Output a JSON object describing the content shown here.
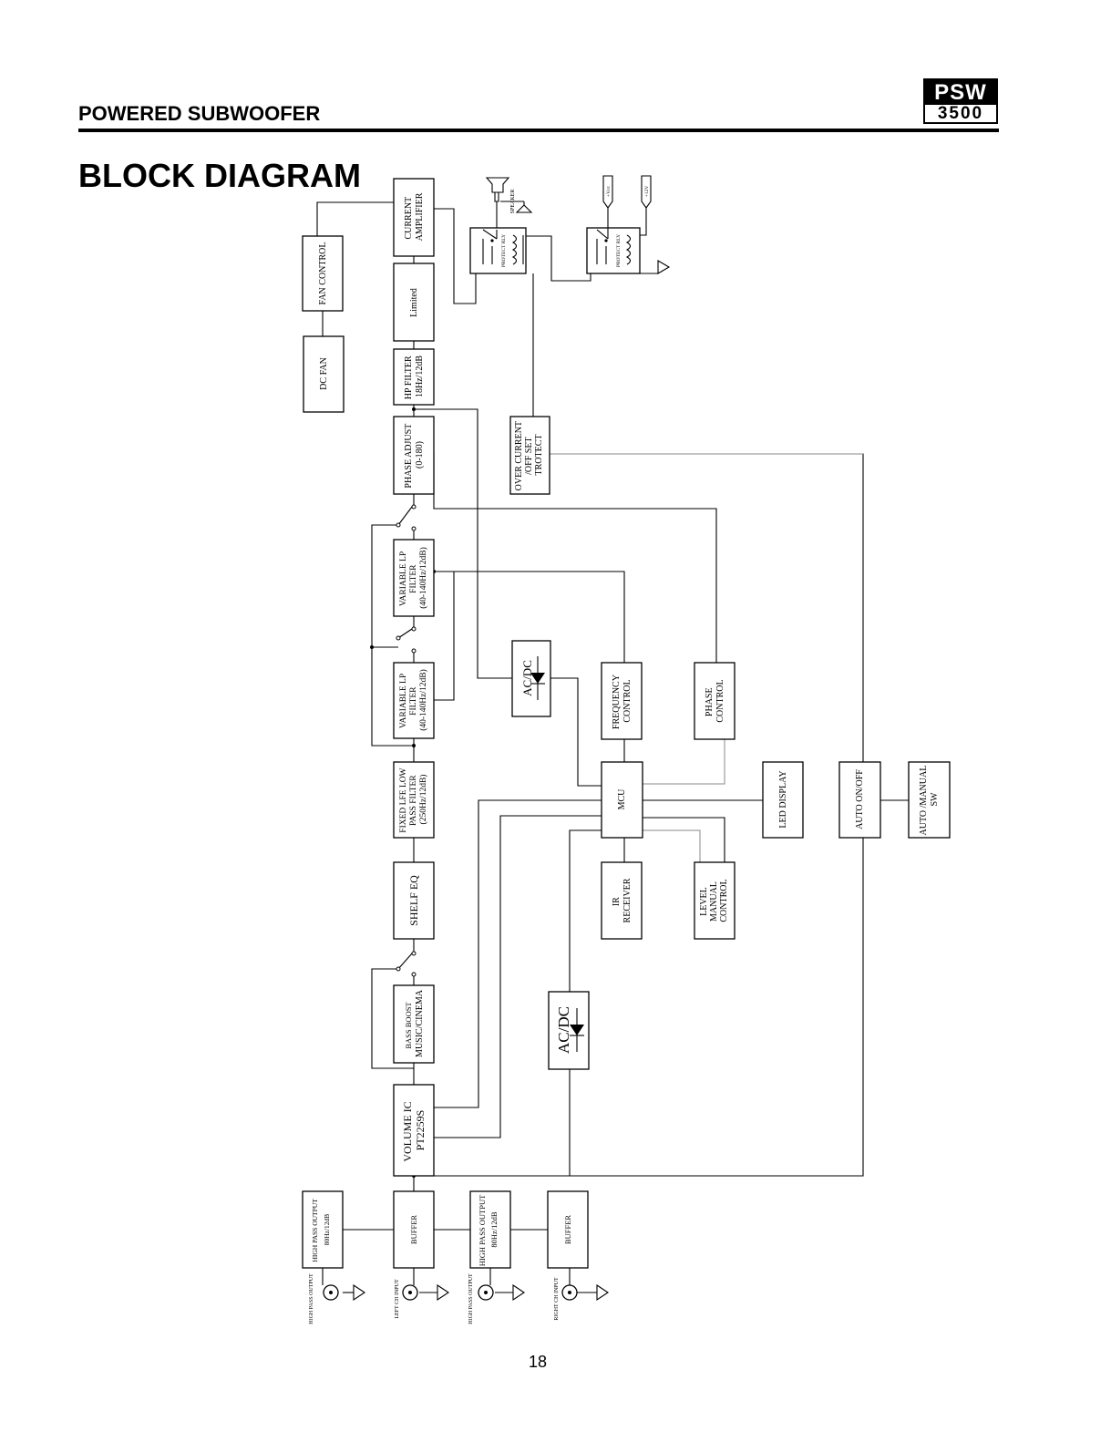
{
  "header": {
    "title": "POWERED SUBWOOFER",
    "logo_top": "PSW",
    "logo_bottom": "3500"
  },
  "page_heading": "BLOCK DIAGRAM",
  "page_number": "18",
  "blocks": {
    "current_amplifier": [
      "CURRENT",
      "AMPLIFIER"
    ],
    "fan_control": [
      "FAN CONTROL"
    ],
    "limited": [
      "Limited"
    ],
    "dc_fan": [
      "DC FAN"
    ],
    "hp_filter": [
      "HP FILTER",
      "18Hz/12dB"
    ],
    "phase_adjust": [
      "PHASE ADJUST",
      "(0-180)"
    ],
    "over_current": [
      "OVER CURRENT",
      "/OFF SET",
      "TROTECT"
    ],
    "variable_lp_1": [
      "VARIABLE LP",
      "FILTER",
      "(40-140Hz/12dB)"
    ],
    "variable_lp_2": [
      "VARIABLE LP",
      "FILTER",
      "(40-140Hz/12dB)"
    ],
    "acdc_1": [
      "AC/DC"
    ],
    "frequency_control": [
      "FREQUENCY",
      "CONTROL"
    ],
    "phase_control": [
      "PHASE",
      "CONTROL"
    ],
    "fixed_lfe": [
      "FIXED LFE LOW",
      "PASS FILTER",
      "(250Hz/12dB)"
    ],
    "mcu": [
      "MCU"
    ],
    "led_display": [
      "LED DISPLAY"
    ],
    "auto_onoff": [
      "AUTO ON/OFF"
    ],
    "auto_manual_sw": [
      "AUTO /MANUAL",
      "SW"
    ],
    "shelf_eq": [
      "SHELF EQ"
    ],
    "ir_receiver": [
      "IR",
      "RECEIVER"
    ],
    "level_manual": [
      "LEVEL",
      "MANUAL",
      "CONTROL"
    ],
    "bass_boost": [
      "BASS BOOST",
      "MUSIC/CINEMA"
    ],
    "acdc_2": [
      "AC/DC"
    ],
    "volume_ic": [
      "VOLUME IC",
      "PT2259S"
    ],
    "high_pass_output_1": [
      "HIGH PASS OUTPUT",
      "80Hz/12dB"
    ],
    "buffer_1": [
      "BUFFER"
    ],
    "high_pass_output_2": [
      "HIGH PASS OUTPUT",
      "80Hz/12dB"
    ],
    "buffer_2": [
      "BUFFER"
    ]
  },
  "relays": {
    "relay_1": "PROTECT RLY",
    "relay_2": "PROTECT RLY"
  },
  "terminals": {
    "speaker": "SPEAKER",
    "vcc": "+Vcc",
    "v12": "+12V"
  },
  "jacks": {
    "jack_1": "HIGH PASS OUTPUT",
    "jack_2": "LEFT CH INPUT",
    "jack_3": "HIGH PASS OUTPUT",
    "jack_4": "RIGHT CH INPUT"
  }
}
